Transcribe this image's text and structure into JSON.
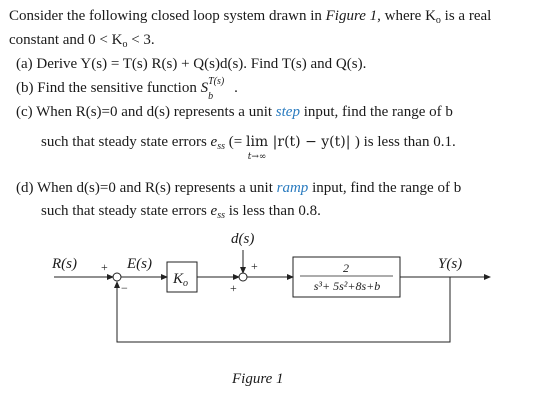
{
  "intro": {
    "line1": "Consider the following closed loop system drawn in ",
    "figure_ref": "Figure 1",
    "line1_end": ", where K",
    "k_sub": "o",
    "line1_tail": " is a real",
    "line2_start": "constant and 0 < K",
    "line2_end": " < 3."
  },
  "questions": {
    "a": {
      "label": "(a)",
      "text": "Derive Y(s) = T(s) R(s) + Q(s)d(s). Find T(s) and Q(s)."
    },
    "b": {
      "label": "(b)",
      "text": "Find the sensitive function ",
      "sym": "S",
      "sup": "T(s)",
      "sub": "b",
      "end": "."
    },
    "c": {
      "label": "(c)",
      "text1": "When R(s)=0 and d(s) represents a unit ",
      "link": "step",
      "text2": " input, find the range of b",
      "line2": "such that steady state errors ",
      "ess": "e",
      "ess_sub": "ss",
      "eq_open": " (= ",
      "lim": "lim",
      "lim_sub": "t→∞",
      "expr": " |r(t) − y(t)| ",
      "eq_close": ") is less than 0.1."
    },
    "d": {
      "label": "(d)",
      "text1": "When d(s)=0 and R(s) represents a unit ",
      "link": "ramp",
      "text2": " input, find the range of b",
      "line2_start": "such that steady state errors ",
      "ess": "e",
      "ess_sub": "ss",
      "line2_end": " is less than 0.8."
    }
  },
  "diagram": {
    "R": "R(s)",
    "E": "E(s)",
    "d": "d(s)",
    "Y": "Y(s)",
    "gain": "K",
    "gain_sub": "o",
    "plant_num": "2",
    "plant_den": "s³+ 5s²+8s+b",
    "sum1_plus": "+",
    "sum1_minus": "−",
    "sum2_plus_top": "+",
    "sum2_plus_left": "+",
    "caption": "Figure 1"
  }
}
